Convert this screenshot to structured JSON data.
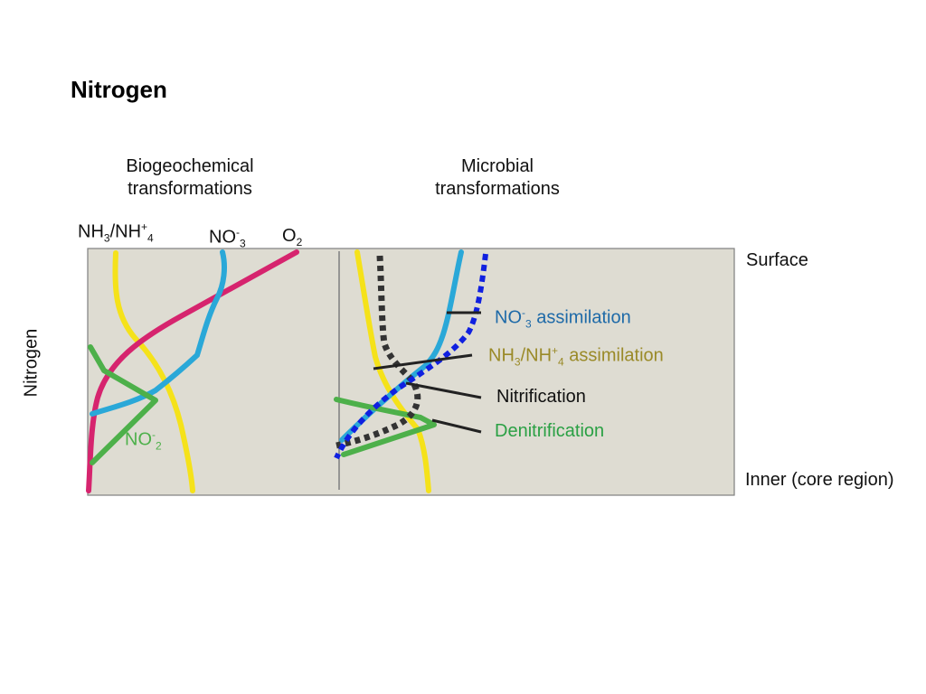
{
  "title": "Nitrogen",
  "side_label": "Nitrogen",
  "columns": {
    "biogeochemical": [
      "Biogeochemical",
      "transformations"
    ],
    "microbial": [
      "Microbial",
      "transformations"
    ]
  },
  "species": {
    "nh": {
      "a": "NH",
      "b": "3",
      "c": "/NH",
      "d": "+",
      "e": "4"
    },
    "no3": {
      "a": "NO",
      "b": "-",
      "c": "3"
    },
    "o2": {
      "a": "O",
      "b": "2"
    },
    "no2": {
      "a": "NO",
      "b": "-",
      "c": "2"
    }
  },
  "depth": {
    "top": "Surface",
    "bottom": "Inner (core region)"
  },
  "processes": {
    "no3_assim": {
      "a": "NO",
      "b": "-",
      "c": "3",
      "d": " assimilation"
    },
    "nh_assim": {
      "a": "NH",
      "b": "3",
      "c": "/NH",
      "d": "+",
      "e": "4",
      "f": " assimilation"
    },
    "nitrification": "Nitrification",
    "denitrification": "Denitrification"
  },
  "colors": {
    "panel_bg": "#dedcd2",
    "panel_border": "#7f7f7f",
    "o2": "#d6246e",
    "no3": "#2aa8d8",
    "nh": "#f5e21a",
    "no2": "#4db04a",
    "nitrification_dotted": "#333333",
    "blue_dotted": "#1020e0",
    "no3_assim_text": "#1e6aa8",
    "nh_assim_text": "#9a8a28",
    "denit_text": "#2aa044"
  }
}
